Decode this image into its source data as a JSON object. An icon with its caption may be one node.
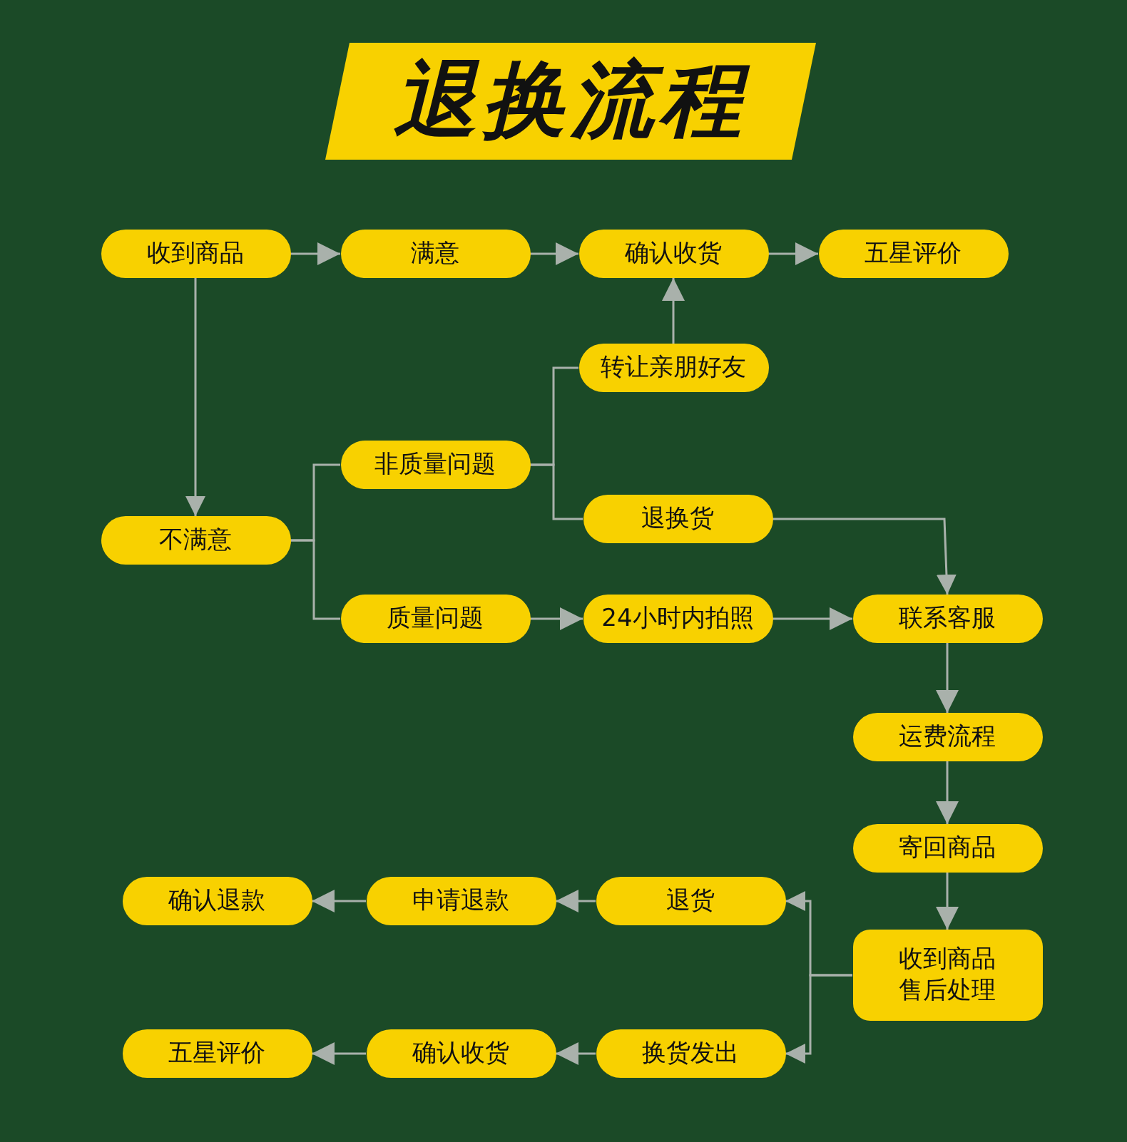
{
  "diagram": {
    "title": "退换流程",
    "nodes": [
      {
        "text": [
          "收到商品"
        ]
      },
      {
        "text": [
          "满意"
        ]
      },
      {
        "text": [
          "确认收货"
        ]
      },
      {
        "text": [
          "五星评价"
        ]
      },
      {
        "text": [
          "转让亲朋好友"
        ]
      },
      {
        "text": [
          "不满意"
        ]
      },
      {
        "text": [
          "非质量问题"
        ]
      },
      {
        "text": [
          "退换货"
        ]
      },
      {
        "text": [
          "质量问题"
        ]
      },
      {
        "text": [
          "24小时内拍照"
        ]
      },
      {
        "text": [
          "联系客服"
        ]
      },
      {
        "text": [
          "运费流程"
        ]
      },
      {
        "text": [
          "寄回商品"
        ]
      },
      {
        "text": [
          "退货"
        ]
      },
      {
        "text": [
          "申请退款"
        ]
      },
      {
        "text": [
          "确认退款"
        ]
      },
      {
        "text": [
          "收到商品售后处理"
        ]
      },
      {
        "text": [
          "换货发出"
        ]
      },
      {
        "text": [
          "确认收货"
        ]
      },
      {
        "text": [
          "五星评价"
        ]
      }
    ],
    "edges": [
      {
        "from": 0,
        "to": 1,
        "arrow": "to"
      },
      {
        "from": 1,
        "to": 2,
        "arrow": "to"
      },
      {
        "from": 2,
        "to": 3,
        "arrow": "to"
      },
      {
        "from": 4,
        "to": 2,
        "arrow": "to"
      },
      {
        "from": 0,
        "to": 5,
        "arrow": "to"
      },
      {
        "from": 5,
        "to": 6,
        "arrow": "none"
      },
      {
        "from": 5,
        "to": 8,
        "arrow": "none"
      },
      {
        "from": 6,
        "to": 4,
        "arrow": "none"
      },
      {
        "from": 6,
        "to": 7,
        "arrow": "none"
      },
      {
        "from": 7,
        "to": 10,
        "arrow": "to"
      },
      {
        "from": 8,
        "to": 9,
        "arrow": "to"
      },
      {
        "from": 9,
        "to": 10,
        "arrow": "to"
      },
      {
        "from": 10,
        "to": 11,
        "arrow": "to"
      },
      {
        "from": 11,
        "to": 12,
        "arrow": "to"
      },
      {
        "from": 12,
        "to": 16,
        "arrow": "to"
      },
      {
        "from": 16,
        "to": 13,
        "arrow": "to"
      },
      {
        "from": 16,
        "to": 17,
        "arrow": "to"
      },
      {
        "from": 13,
        "to": 14,
        "arrow": "to"
      },
      {
        "from": 14,
        "to": 15,
        "arrow": "to"
      },
      {
        "from": 17,
        "to": 18,
        "arrow": "to"
      },
      {
        "from": 18,
        "to": 19,
        "arrow": "to"
      }
    ]
  }
}
